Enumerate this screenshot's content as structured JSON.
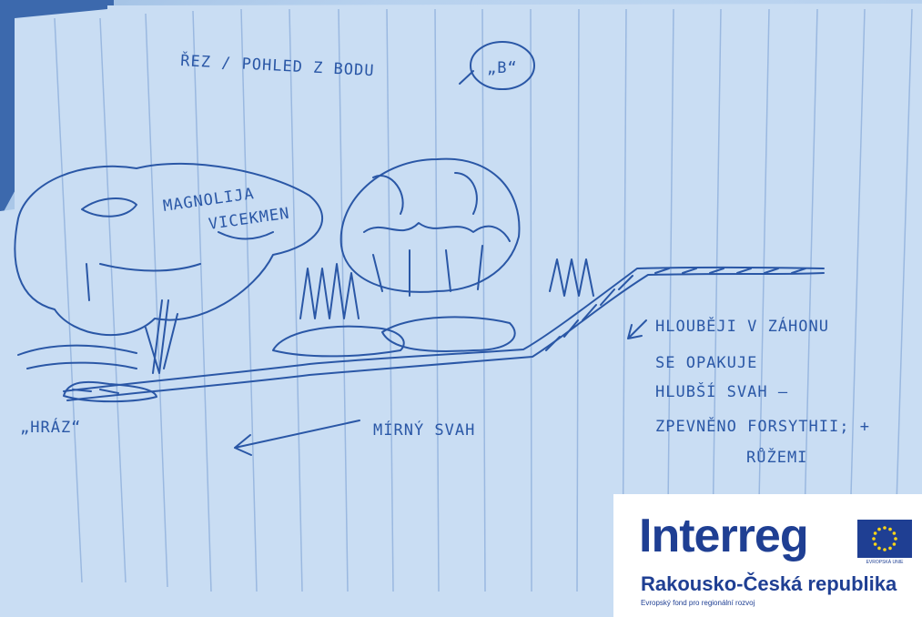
{
  "notebook": {
    "title": "ŘEZ / POHLED Z BODU",
    "title_point": "„B“",
    "label_tree": "MAGNOLIJA\nVICEKMEN",
    "label_slope": "MÍRNÝ SVAH",
    "label_corner": "„HRÁZ“",
    "note_lines": [
      "HLOUBĚJI V ZÁHONU",
      "SE OPAKUJE",
      "HLUBŠÍ SVAH –",
      "ZPEVNĚNO FORSYTHII; +",
      "RŮŽEMI"
    ],
    "ink_color": "#2a57a6"
  },
  "logo": {
    "word": "Interreg",
    "subtitle": "Rakousko-Česká republika",
    "tagline": "Evropský fond pro regionální rozvoj",
    "eu_caption": "EVROPSKÁ UNIE",
    "brand_color": "#1f3f93",
    "star_color": "#ffd617"
  }
}
